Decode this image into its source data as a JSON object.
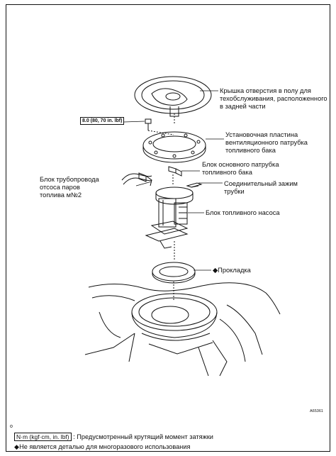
{
  "labels": {
    "cover": "Крышка отверстия в полу для\nтехобслуживания, расположенного\nв задней части",
    "vent_plate": "Установочная пластина\nвентиляционного патрубка\nтопливного бака",
    "main_pipe": "Блок основного патрубка\nтопливного бака",
    "vapor_pipe": "Блок трубопровода\nотсоса паров\nтоплива м№2",
    "clamp": "Соединительный зажим\nтрубки",
    "pump": "Блок топливного насоса",
    "gasket": "Прокладка"
  },
  "torque_value": "8.0 (80, 70 in. lbf)",
  "gasket_marker": "◆",
  "diagram_code": "A65361",
  "corner_mark": "o",
  "legend": {
    "torque_box": "N·m (kgf·cm, in. lbf)",
    "torque_text": ": Предусмотренный крутящий момент затяжки",
    "nonreuse_symbol": "◆",
    "nonreuse_text": "Не является деталью для многоразового использования"
  }
}
